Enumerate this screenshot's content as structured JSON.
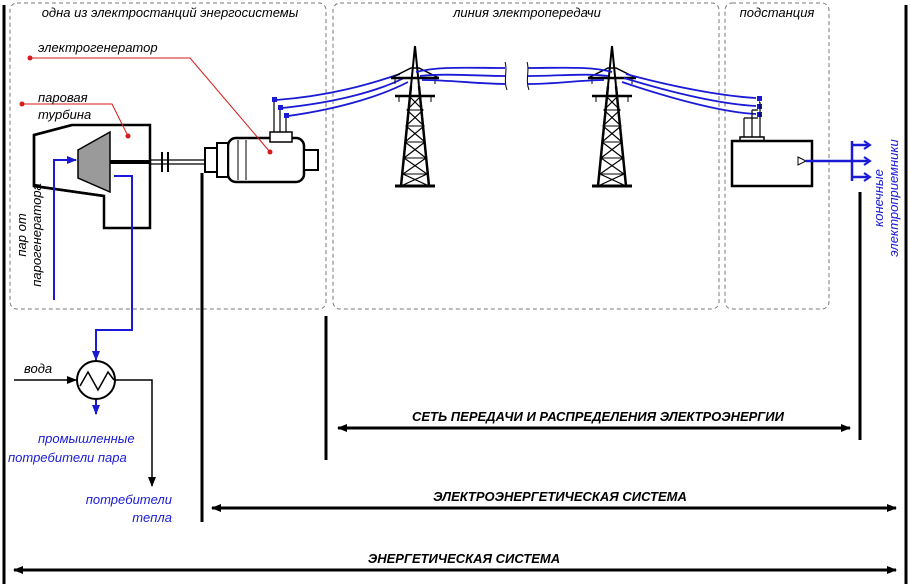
{
  "regions": {
    "power_station": "одна из электростанций энергосистемы",
    "transmission_line": "линия электропередачи",
    "substation": "подстанция"
  },
  "labels": {
    "generator": "электрогенератор",
    "turbine_1": "паровая",
    "turbine_2": "турбина",
    "steam_1": "пар от",
    "steam_2": "парогенератора",
    "water": "вода",
    "industrial_1": "промышленные",
    "industrial_2": "потребители пара",
    "heat_1": "потребители",
    "heat_2": "тепла",
    "end_receivers_1": "конечные",
    "end_receivers_2": "электроприемники"
  },
  "spans": {
    "grid": "СЕТЬ ПЕРЕДАЧИ И РАСПРЕДЕЛЕНИЯ ЭЛЕКТРОЭНЕРГИИ",
    "power_system": "ЭЛЕКТРОЭНЕРГЕТИЧЕСКАЯ СИСТЕМА",
    "energy_system": "ЭНЕРГЕТИЧЕСКАЯ СИСТЕМА"
  },
  "colors": {
    "line": "#000000",
    "flow": "#1a1ad6",
    "leader": "#d61a1a",
    "box": "#7a7a7a"
  }
}
